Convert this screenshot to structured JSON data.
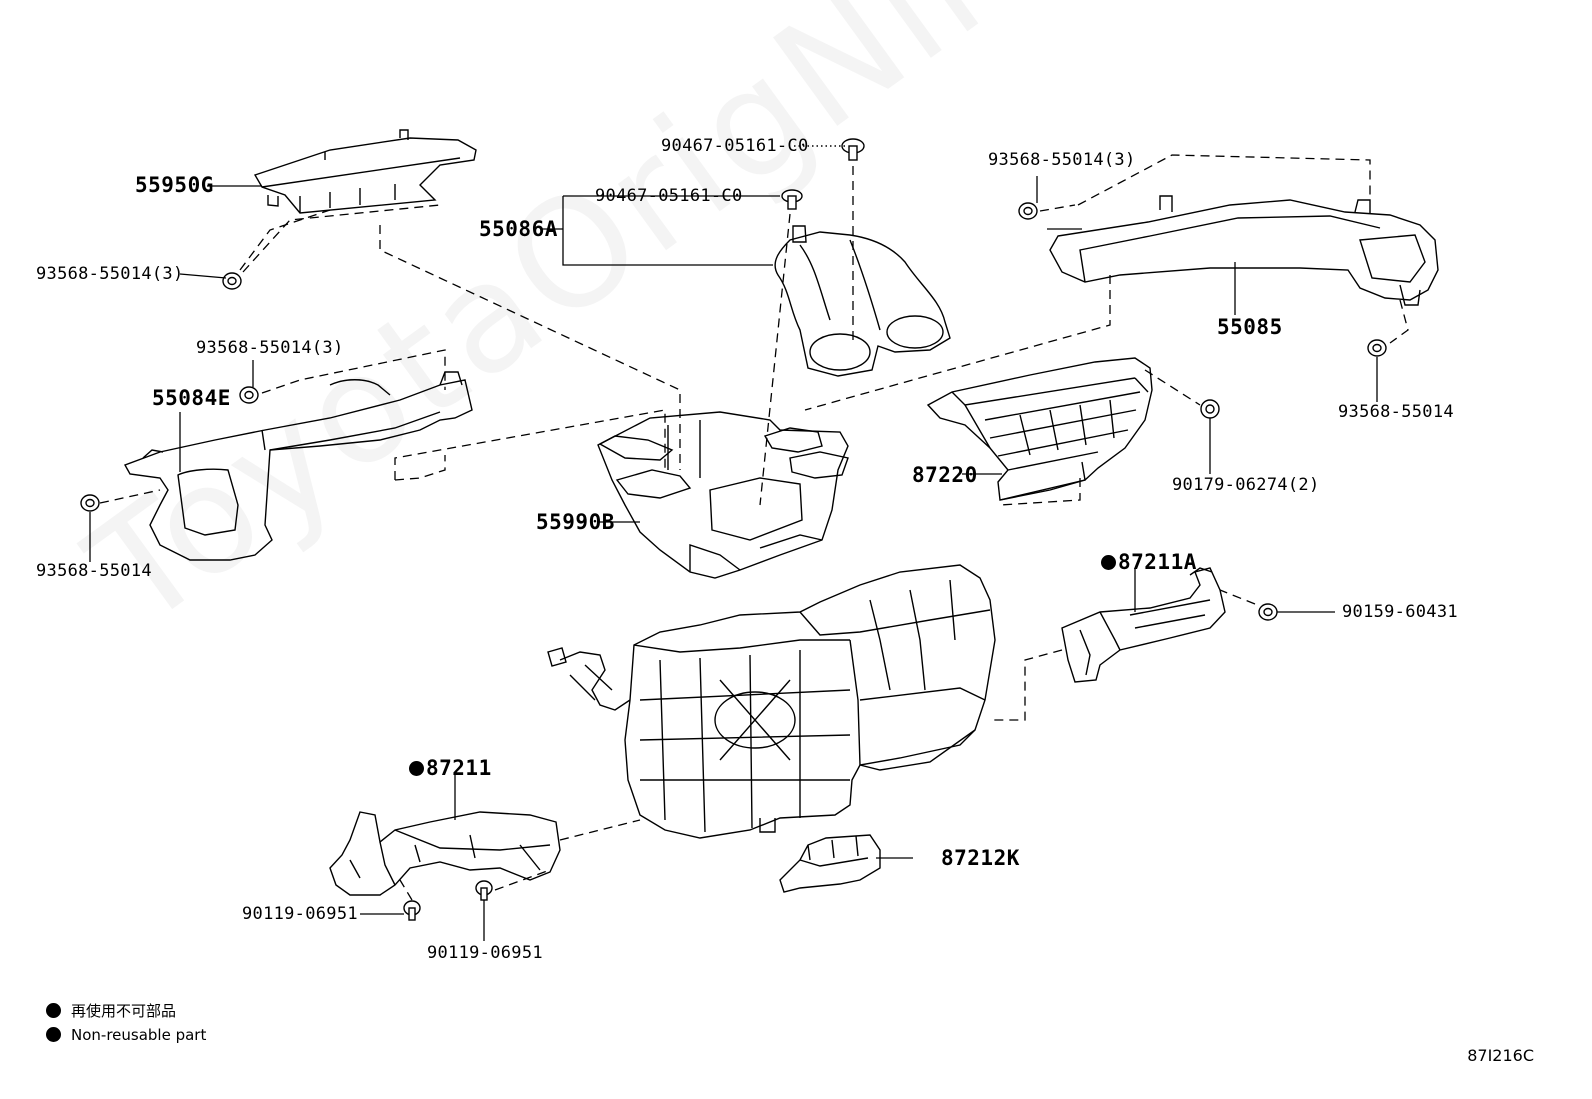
{
  "watermark": "ToyotaOrigNimie.ru",
  "diagram_code": "87I216C",
  "legend": {
    "line1": "再使用不可部品",
    "line2": "Non-reusable part"
  },
  "labels": {
    "p55950G": "55950G",
    "p93568_top_left": "93568-55014(3)",
    "p93568_mid_left": "93568-55014(3)",
    "p55084E": "55084E",
    "p93568_low_left": "93568-55014",
    "p90467_a": "90467-05161-C0",
    "p90467_b": "90467-05161-C0",
    "p55086A": "55086A",
    "p93568_top_right": "93568-55014(3)",
    "p55085": "55085",
    "p93568_right": "93568-55014",
    "p90179": "90179-06274(2)",
    "p87220": "87220",
    "p55990B": "55990B",
    "p87211A": "87211A",
    "p90159": "90159-60431",
    "p87211": "87211",
    "p87212K": "87212K",
    "p90119_a": "90119-06951",
    "p90119_b": "90119-06951"
  },
  "non_reusable_parts": [
    "87211A",
    "87211"
  ]
}
